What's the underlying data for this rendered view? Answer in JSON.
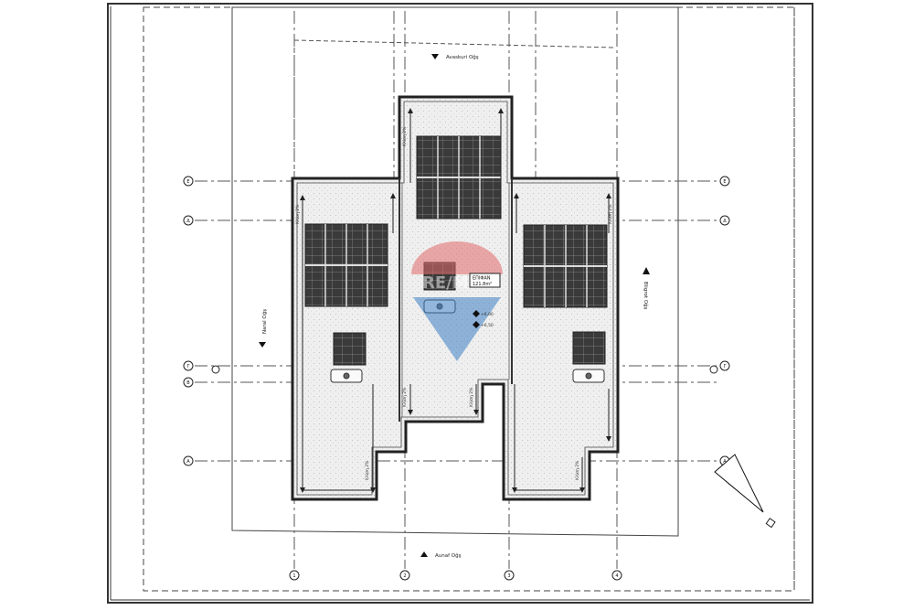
{
  "plan": {
    "north_label": "Avaskuri Oğş",
    "south_label": "Aunaf Oğş",
    "west_label": "Naral Oğş",
    "east_label": "Bligrot Oğş",
    "area_badge": "ΕΠΙΦΑΝ",
    "area_value": "121.8m²",
    "level_1": "+6,00",
    "level_2": "+6,50",
    "grid_left": {
      "r1": "Ε",
      "r2": "Δ",
      "r3": "Γ",
      "r4": "Β",
      "r5": "Α"
    },
    "grid_right": {
      "r1": "Ε",
      "r2": "Δ",
      "r3": "Γ",
      "r4": "Α"
    },
    "grid_bottom": {
      "c1": "1",
      "c2": "2",
      "c3": "3",
      "c4": "4"
    },
    "slope_labels": {
      "s1": "Κλίση 2%",
      "s2": "Κλίση 2%",
      "s3": "Κλίση 2%",
      "s4": "Κλίση 2%",
      "s5": "Κλίση 2%",
      "s6": "Κλίση 2%",
      "s7": "Κλίση 2%"
    }
  },
  "colors": {
    "line": "#2b2b2b",
    "roof_fill": "#ececec",
    "solar_panel": "#3a3a3a",
    "watermark_red": "#e36a6a",
    "watermark_blue": "#3e7fc4"
  }
}
